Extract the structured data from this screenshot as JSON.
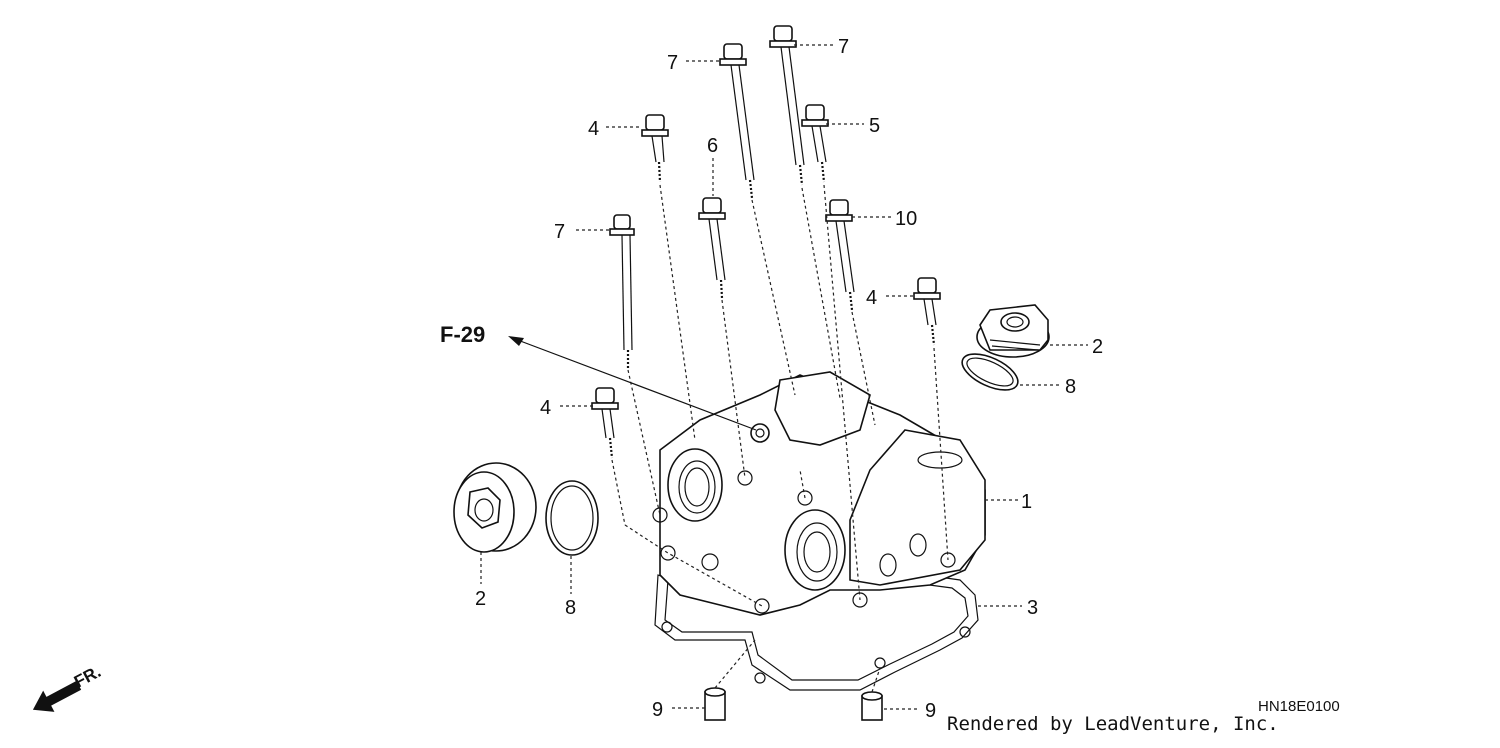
{
  "callouts": {
    "bolt_7_a": "7",
    "bolt_7_b": "7",
    "bolt_7_c": "7",
    "bolt_5": "5",
    "bolt_4_a": "4",
    "bolt_4_b": "4",
    "bolt_4_c": "4",
    "bolt_6": "6",
    "bolt_10": "10",
    "cap_2_right": "2",
    "cap_2_left": "2",
    "oring_8_right": "8",
    "oring_8_left": "8",
    "cover_1": "1",
    "gasket_3": "3",
    "dowel_9_left": "9",
    "dowel_9_right": "9"
  },
  "reference": "F-29",
  "direction": "FR.",
  "credit": "Rendered by LeadVenture, Inc.",
  "diagram_code": "HN18E0100"
}
